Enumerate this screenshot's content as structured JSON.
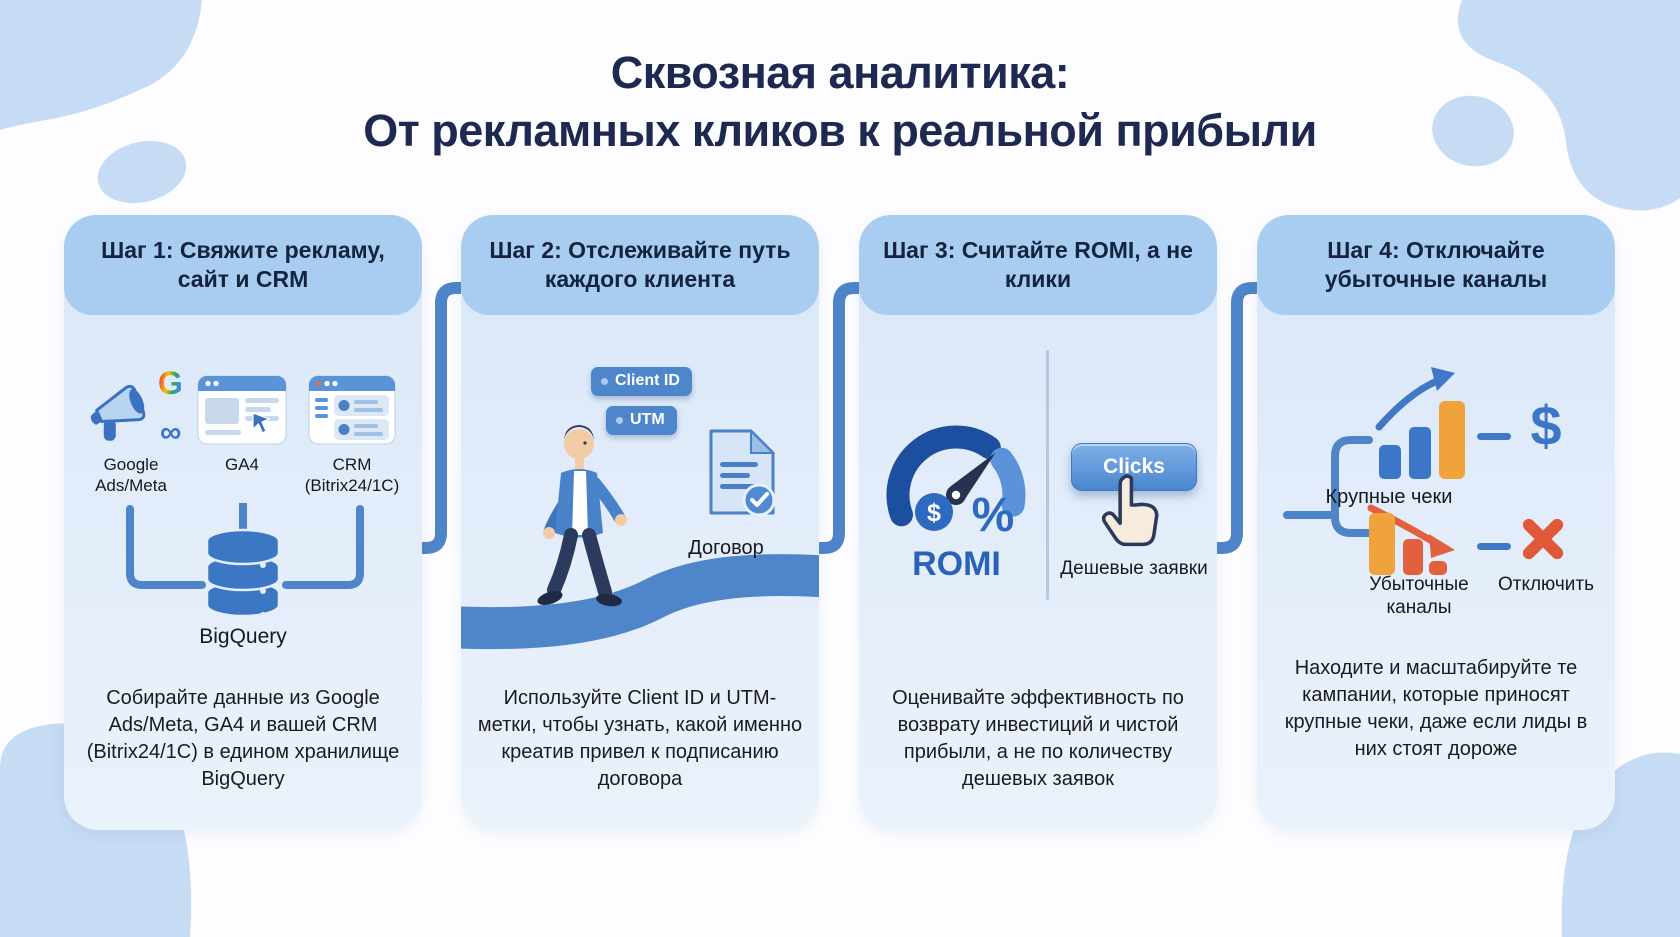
{
  "title": {
    "line1": "Сквозная аналитика:",
    "line2": "От рекламных кликов к реальной прибыли"
  },
  "cards": [
    {
      "header": "Шаг 1: Свяжите рекламу, сайт и CRM",
      "google_letter": "G",
      "meta_symbol": "∞",
      "sources": [
        {
          "label": "Google Ads/Meta"
        },
        {
          "label": "GA4"
        },
        {
          "label": "CRM (Bitrix24/1C)"
        }
      ],
      "storage": "BigQuery",
      "body": "Собирайте данные из Google Ads/Meta, GA4 и вашей CRM (Bitrix24/1C) в едином хранилище BigQuery"
    },
    {
      "header": "Шаг 2: Отслеживайте путь каждого клиента",
      "tags": [
        {
          "label": "Client ID"
        },
        {
          "label": "UTM"
        }
      ],
      "document_label": "Договор",
      "body": "Используйте Client ID и UTM-метки, чтобы узнать, какой именно креатив привел к подписанию договора"
    },
    {
      "header": "Шаг 3: Считайте ROMI, а не клики",
      "gauge": {
        "dollar": "$",
        "percent": "%"
      },
      "metric_label": "ROMI",
      "button_label": "Clicks",
      "button_caption": "Дешевые заявки",
      "body": "Оценивайте эффективность по возврату инвестиций и чистой прибыли, а не по количеству дешевых заявок"
    },
    {
      "header": "Шаг 4: Отключайте убыточные каналы",
      "scale_up": {
        "label": "Крупные чеки",
        "value_symbol": "$"
      },
      "scale_down": {
        "label": "Убыточные каналы",
        "action_label": "Отключить"
      },
      "body": "Находите и масштабируйте те кампании, которые приносят крупные чеки, даже если лиды в них стоят дороже"
    }
  ],
  "colors": {
    "accent_blue": "#4e84c8",
    "dark_navy": "#1d2950",
    "bar_blue": "#3b76c8",
    "bar_orange": "#f0a23c",
    "alert_red": "#e0583a",
    "header_pill": "#a9cdf1",
    "card_bg": "#e0eaf8",
    "blob_blue": "#c6dbf4"
  }
}
